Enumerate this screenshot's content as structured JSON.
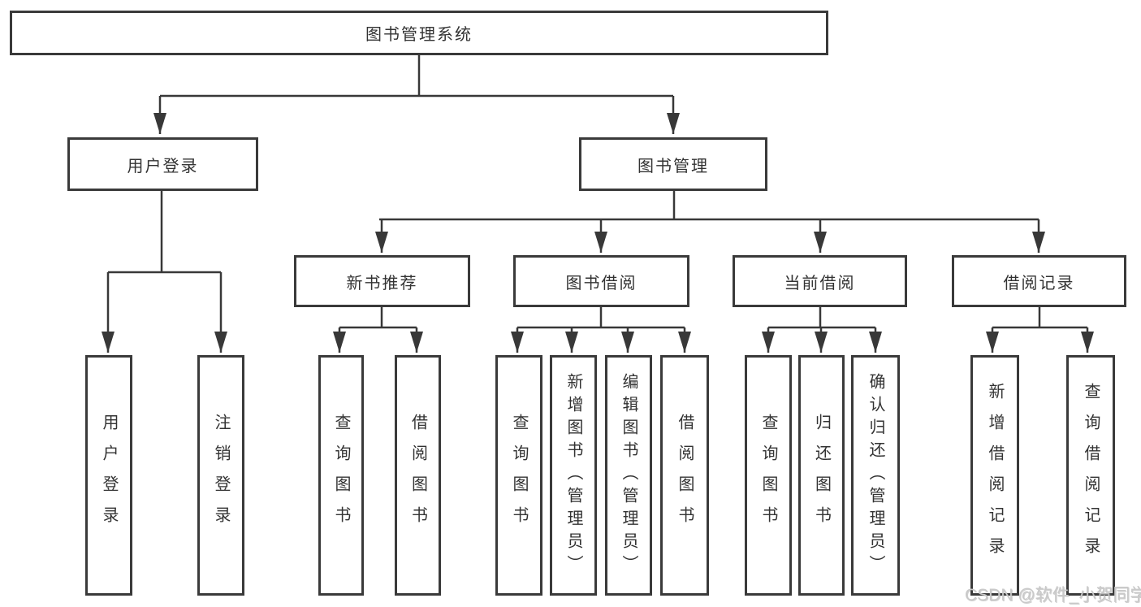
{
  "diagram": {
    "root": {
      "label": "图书管理系统"
    },
    "level2": [
      {
        "id": "user-login",
        "label": "用户登录"
      },
      {
        "id": "book-management",
        "label": "图书管理"
      }
    ],
    "level3": [
      {
        "id": "new-book-recommend",
        "label": "新书推荐"
      },
      {
        "id": "book-borrow",
        "label": "图书借阅"
      },
      {
        "id": "current-borrow",
        "label": "当前借阅"
      },
      {
        "id": "borrow-records",
        "label": "借阅记录"
      }
    ],
    "level4": [
      {
        "parent": "用户登录",
        "label": "用户登录"
      },
      {
        "parent": "用户登录",
        "label": "注销登录"
      },
      {
        "parent": "新书推荐",
        "label": "查询图书"
      },
      {
        "parent": "新书推荐",
        "label": "借阅图书"
      },
      {
        "parent": "图书借阅",
        "label": "查询图书"
      },
      {
        "parent": "图书借阅",
        "label": "新增图书（管理员）"
      },
      {
        "parent": "图书借阅",
        "label": "编辑图书（管理员）"
      },
      {
        "parent": "图书借阅",
        "label": "借阅图书"
      },
      {
        "parent": "当前借阅",
        "label": "查询图书"
      },
      {
        "parent": "当前借阅",
        "label": "归还图书"
      },
      {
        "parent": "当前借阅",
        "label": "确认归还（管理员）"
      },
      {
        "parent": "借阅记录",
        "label": "新增借阅记录"
      },
      {
        "parent": "借阅记录",
        "label": "查询借阅记录"
      }
    ]
  },
  "watermark": {
    "text": "CSDN @软件_小贺同学"
  },
  "colors": {
    "line": "#383838",
    "box_border": "#3a3a3a",
    "box_fill": "#ffffff",
    "text": "#333333",
    "watermark": "#c9c9c9",
    "background": "#ffffff"
  }
}
